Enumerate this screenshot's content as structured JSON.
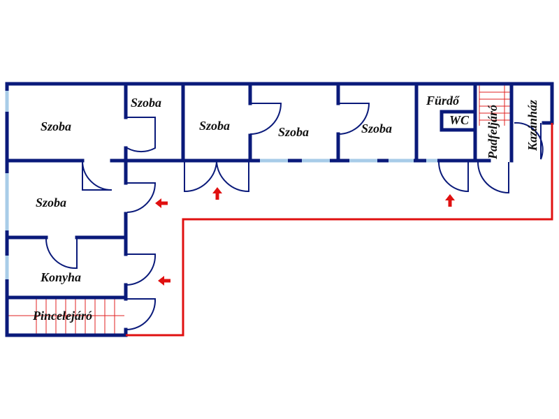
{
  "rooms": {
    "szoba1": "Szoba",
    "szoba2": "Szoba",
    "szoba3": "Szoba",
    "szoba4": "Szoba",
    "szoba5": "Szoba",
    "szoba6": "Szoba",
    "furdo": "Fürdő",
    "wc": "WC",
    "padfeljaro": "Padfeljáró",
    "kazanhaz": "Kazánház",
    "konyha": "Konyha",
    "pincelejaro": "Pincelejáró"
  },
  "colors": {
    "wall": "#0a1a7a",
    "window": "#a8cce8",
    "route": "#e01010"
  }
}
